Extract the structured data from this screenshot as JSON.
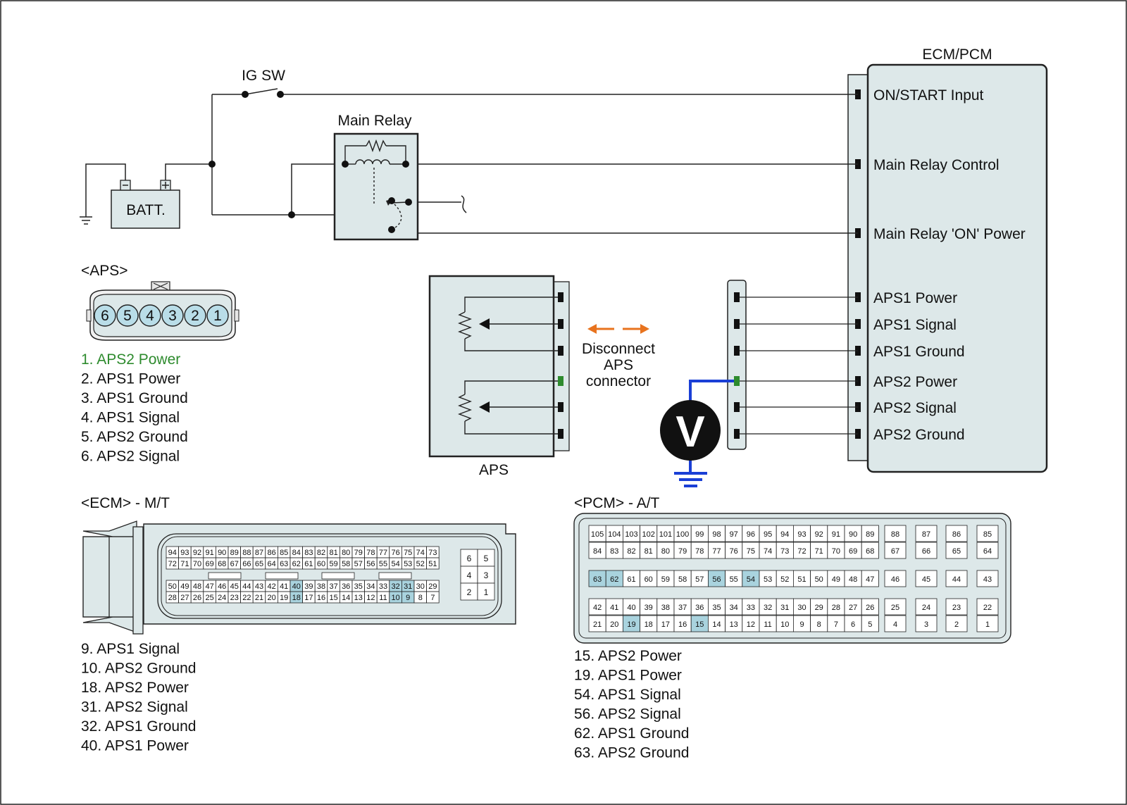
{
  "header": {
    "ecm_pcm_title": "ECM/PCM"
  },
  "circuit": {
    "ig_sw": "IG SW",
    "main_relay": "Main Relay",
    "battery": "BATT.",
    "battery_minus": "-",
    "battery_plus": "+"
  },
  "ecm_pins": [
    "ON/START Input",
    "Main Relay Control",
    "Main Relay 'ON' Power",
    "APS1 Power",
    "APS1 Signal",
    "APS1 Ground",
    "APS2 Power",
    "APS2 Signal",
    "APS2 Ground"
  ],
  "aps_section": {
    "title": "<APS>",
    "pins": [
      "6",
      "5",
      "4",
      "3",
      "2",
      "1"
    ],
    "list": [
      "1. APS2 Power",
      "2. APS1 Power",
      "3. APS1 Ground",
      "4. APS1 Signal",
      "5. APS2 Ground",
      "6. APS2 Signal"
    ],
    "highlight_color": "#2e8b2e"
  },
  "sensor": {
    "label": "APS",
    "disconnect": [
      "Disconnect",
      "APS",
      "connector"
    ],
    "arrow_color": "#e8731e",
    "voltmeter": "V",
    "wire_color": "#1a3fd6"
  },
  "ecm_section": {
    "title": "<ECM> - M/T",
    "row1": [
      "94",
      "93",
      "92",
      "91",
      "90",
      "89",
      "88",
      "87",
      "86",
      "85",
      "84",
      "83",
      "82",
      "81",
      "80",
      "79",
      "78",
      "77",
      "76",
      "75",
      "74",
      "73"
    ],
    "row2": [
      "72",
      "71",
      "70",
      "69",
      "68",
      "67",
      "66",
      "65",
      "64",
      "63",
      "62",
      "61",
      "60",
      "59",
      "58",
      "57",
      "56",
      "55",
      "54",
      "53",
      "52",
      "51"
    ],
    "row3": [
      "50",
      "49",
      "48",
      "47",
      "46",
      "45",
      "44",
      "43",
      "42",
      "41",
      "40",
      "39",
      "38",
      "37",
      "36",
      "35",
      "34",
      "33",
      "32",
      "31",
      "30",
      "29"
    ],
    "row4": [
      "28",
      "27",
      "26",
      "25",
      "24",
      "23",
      "22",
      "21",
      "20",
      "19",
      "18",
      "17",
      "16",
      "15",
      "14",
      "13",
      "12",
      "11",
      "10",
      "9",
      "8",
      "7"
    ],
    "side": [
      [
        "6",
        "5"
      ],
      [
        "4",
        "3"
      ],
      [
        "2",
        "1"
      ]
    ],
    "highlighted": [
      "40",
      "32",
      "31",
      "18",
      "10",
      "9"
    ],
    "list": [
      "9. APS1 Signal",
      "10. APS2 Ground",
      "18. APS2 Power",
      "31. APS2 Signal",
      "32. APS1 Ground",
      "40. APS1 Power"
    ]
  },
  "pcm_section": {
    "title": "<PCM> - A/T",
    "row1": [
      "105",
      "104",
      "103",
      "102",
      "101",
      "100",
      "99",
      "98",
      "97",
      "96",
      "95",
      "94",
      "93",
      "92",
      "91",
      "90",
      "89"
    ],
    "row2": [
      "84",
      "83",
      "82",
      "81",
      "80",
      "79",
      "78",
      "77",
      "76",
      "75",
      "74",
      "73",
      "72",
      "71",
      "70",
      "69",
      "68"
    ],
    "row3": [
      "63",
      "62",
      "61",
      "60",
      "59",
      "58",
      "57",
      "56",
      "55",
      "54",
      "53",
      "52",
      "51",
      "50",
      "49",
      "48",
      "47"
    ],
    "row4": [
      "42",
      "41",
      "40",
      "39",
      "38",
      "37",
      "36",
      "35",
      "34",
      "33",
      "32",
      "31",
      "30",
      "29",
      "28",
      "27",
      "26"
    ],
    "row5": [
      "21",
      "20",
      "19",
      "18",
      "17",
      "16",
      "15",
      "14",
      "13",
      "12",
      "11",
      "10",
      "9",
      "8",
      "7",
      "6",
      "5"
    ],
    "side_row1": [
      "88",
      "87",
      "86",
      "85"
    ],
    "side_row2": [
      "67",
      "66",
      "65",
      "64"
    ],
    "side_row3": [
      "46",
      "45",
      "44",
      "43"
    ],
    "side_row4": [
      "25",
      "24",
      "23",
      "22"
    ],
    "side_row5": [
      "4",
      "3",
      "2",
      "1"
    ],
    "highlighted": [
      "63",
      "62",
      "56",
      "54",
      "19",
      "15"
    ],
    "list": [
      "15. APS2 Power",
      "19. APS1 Power",
      "54. APS1 Signal",
      "56. APS2 Signal",
      "62. APS1 Ground",
      "63. APS2 Ground"
    ]
  },
  "colors": {
    "pin_highlight": "#a9d3de",
    "pin_fill": "#b9dde8",
    "panel": "#dde8e9"
  }
}
